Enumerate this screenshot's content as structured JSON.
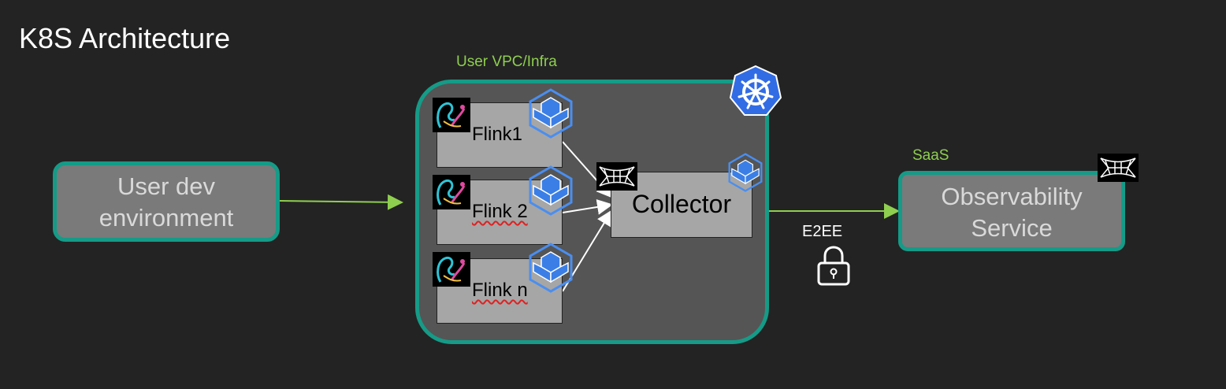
{
  "title": "K8S Architecture",
  "user_vpc_label": "User VPC/Infra",
  "saas_label": "SaaS",
  "user_dev": {
    "line1": "User dev",
    "line2": "environment"
  },
  "flinks": [
    {
      "label": "Flink1"
    },
    {
      "label": "Flink 2"
    },
    {
      "label": "Flink n"
    }
  ],
  "collector_label": "Collector",
  "observability": {
    "line1": "Observability",
    "line2": "Service"
  },
  "e2ee_label": "E2EE",
  "colors": {
    "accent_green": "#8fcf4f",
    "border_teal": "#159b87",
    "k8s_blue": "#326ce5"
  },
  "icons": [
    "kubernetes-icon",
    "blue-cube-icon",
    "squirrel-logo-icon",
    "prism-logo-icon",
    "lock-icon"
  ]
}
